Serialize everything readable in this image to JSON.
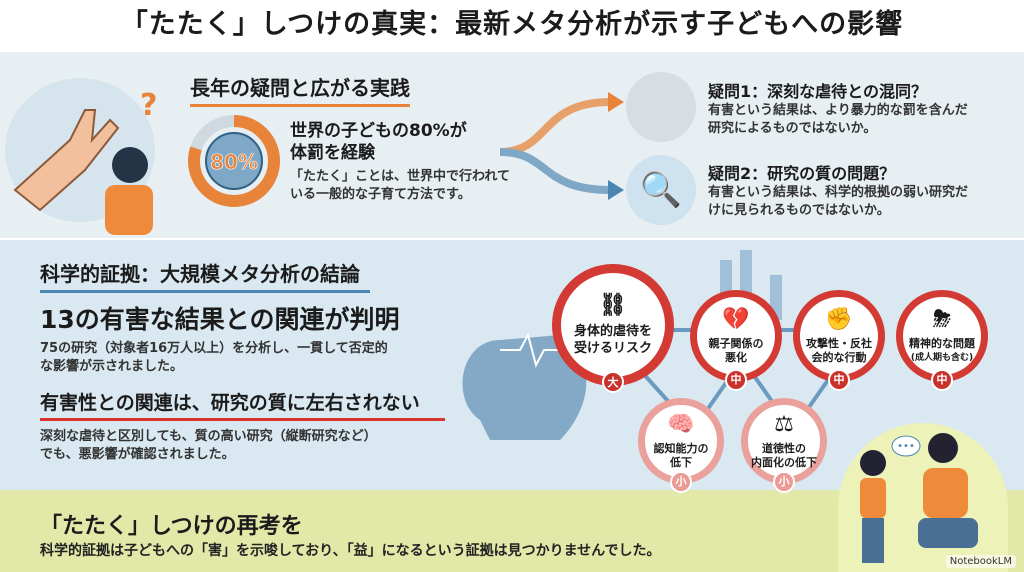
{
  "title": "「たたく」しつけの真実：最新メタ分析が示す子どもへの影響",
  "practice": {
    "heading": "長年の疑問と広がる実践",
    "donut_percent": 80,
    "donut_label": "80%",
    "stat_line1": "世界の子どもの80%が",
    "stat_line2": "体罰を経験",
    "desc_line1": "「たたく」ことは、世界中で行われて",
    "desc_line2": "いる一般的な子育て方法です。"
  },
  "questions": [
    {
      "title": "疑問1：深刻な虐待との混同？",
      "line1": "有害という結果は、より暴力的な罰を含んだ",
      "line2": "研究によるものではないか。"
    },
    {
      "title": "疑問2：研究の質の問題？",
      "line1": "有害という結果は、科学的根拠の弱い研究だ",
      "line2": "けに見られるものではないか。"
    }
  ],
  "evidence": {
    "heading": "科学的証拠：大規模メタ分析の結論",
    "big": "13の有害な結果との関連が判明",
    "desc1_line1": "75の研究（対象者16万人以上）を分析し、一貫して否定的",
    "desc1_line2": "な影響が示されました。",
    "sub": "有害性との関連は、研究の質に左右されない",
    "desc2_line1": "深刻な虐待と区別しても、質の高い研究（縦断研究など）",
    "desc2_line2": "でも、悪影響が確認されました。"
  },
  "outcomes": [
    {
      "line1": "身体的虐待を",
      "line2": "受けるリスク",
      "level": "大",
      "icon": "broken-chain-icon"
    },
    {
      "line1": "親子関係の",
      "line2": "悪化",
      "level": "中",
      "icon": "broken-heart-icon"
    },
    {
      "line1": "攻撃性・反社",
      "line2": "会的な行動",
      "level": "中",
      "icon": "fist-icon"
    },
    {
      "line1": "精神的な問題",
      "line2": "(成人期も含む)",
      "level": "中",
      "icon": "storm-cloud-icon"
    },
    {
      "line1": "認知能力の",
      "line2": "低下",
      "level": "小",
      "icon": "brain-question-icon"
    },
    {
      "line1": "道徳性の",
      "line2": "内面化の低下",
      "level": "小",
      "icon": "scales-icon"
    }
  ],
  "conclusion": {
    "heading": "「たたく」しつけの再考を",
    "text": "科学的証拠は子どもへの「害」を示唆しており、「益」になるという証拠は見つかりませんでした。"
  },
  "watermark": "NotebookLM",
  "colors": {
    "orange": "#e8833a",
    "red": "#d23a33",
    "blue": "#4a86b0"
  }
}
